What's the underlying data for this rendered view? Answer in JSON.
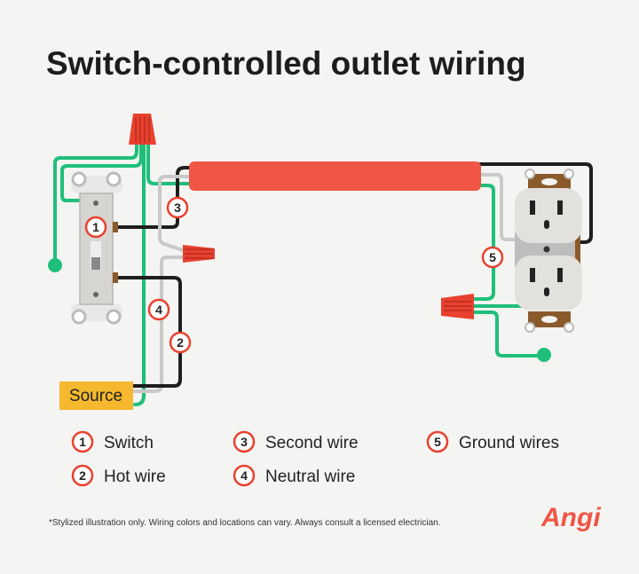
{
  "title": "Switch-controlled outlet wiring",
  "source_label": "Source",
  "badges": {
    "switch": "1",
    "hot": "2",
    "second": "3",
    "neutral": "4",
    "ground": "5"
  },
  "legend": [
    {
      "num": "1",
      "label": "Switch"
    },
    {
      "num": "2",
      "label": "Hot wire"
    },
    {
      "num": "3",
      "label": "Second wire"
    },
    {
      "num": "4",
      "label": "Neutral wire"
    },
    {
      "num": "5",
      "label": "Ground wires"
    }
  ],
  "footnote": "*Stylized illustration only. Wiring colors and locations can vary. Always consult a licensed electrician.",
  "logo": "Angi",
  "colors": {
    "green": "#1fbf7a",
    "black": "#1e1e1e",
    "grey": "#c9c9c9",
    "red": "#f05545",
    "yellow": "#f5b82e"
  }
}
